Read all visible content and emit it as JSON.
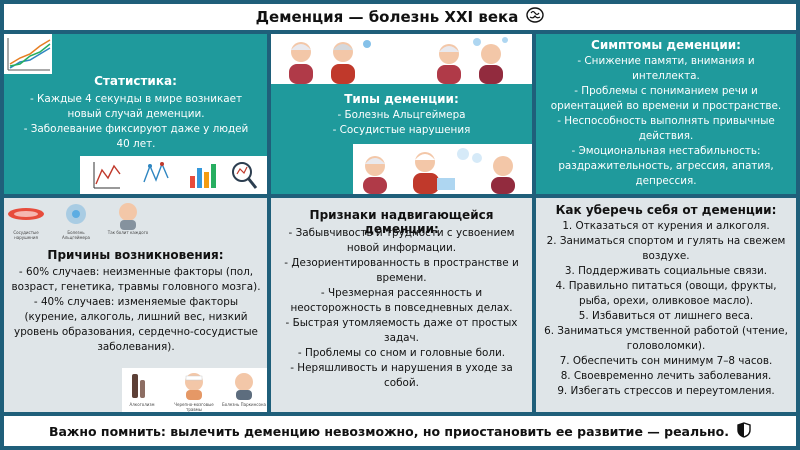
{
  "title": "Деменция — болезнь XXI века",
  "title_icon": "brain-icon",
  "colors": {
    "teal": "#1f9a9c",
    "dark_frame": "#1f5f7a",
    "light_panel": "#dfe5e8"
  },
  "stats": {
    "heading": "Статистика:",
    "lines": [
      "- Каждые 4 секунды в мире возникает новый случай деменции.",
      "- Заболевание фиксируют даже у людей 40 лет."
    ]
  },
  "types": {
    "heading": "Типы деменции:",
    "lines": [
      "- Болезнь Альцгеймера",
      "- Сосудистые нарушения"
    ]
  },
  "symptoms": {
    "heading": "Симптомы деменции:",
    "lines": [
      "- Снижение памяти, внимания и интеллекта.",
      "- Проблемы с пониманием речи и ориентацией во времени и пространстве.",
      "- Неспособность выполнять привычные действия.",
      "- Эмоциональная нестабильность: раздражительность, агрессия, апатия, депрессия."
    ]
  },
  "causes": {
    "heading": "Причины возникновения:",
    "lines": [
      "- 60% случаев: неизменные факторы (пол, возраст, генетика, травмы головного мозга).",
      "- 40% случаев: изменяемые факторы (курение, алкоголь, лишний вес, низкий уровень образования, сердечно-сосудистые заболевания)."
    ],
    "top_captions": [
      "Сосудистые нарушения",
      "Болезнь Альцгеймера",
      "Так болит каждого"
    ],
    "bottom_captions": [
      "Алкоголизм",
      "Черепно-мозговые травмы",
      "Болезнь Паркинсона"
    ]
  },
  "signs": {
    "heading": "Признаки надвигающейся деменции:",
    "lines": [
      "- Забывчивость и трудности с усвоением новой информации.",
      "- Дезориентированность в пространстве и времени.",
      "- Чрезмерная рассеянность и неосторожность в повседневных делах.",
      "- Быстрая утомляемость даже от простых задач.",
      "- Проблемы со сном и головные боли.",
      "- Неряшливость и нарушения в уходе за собой."
    ]
  },
  "prevention": {
    "heading": "Как уберечь себя от деменции:",
    "lines": [
      "1. Отказаться от курения и алкоголя.",
      "2. Заниматься спортом и гулять на свежем воздухе.",
      "3. Поддерживать социальные связи.",
      "4. Правильно питаться (овощи, фрукты, рыба, орехи, оливковое масло).",
      "5. Избавиться от лишнего веса.",
      "6. Заниматься умственной работой (чтение, головоломки).",
      "7. Обеспечить сон минимум 7–8 часов.",
      "8. Своевременно лечить заболевания.",
      "9. Избегать стрессов и переутомления."
    ]
  },
  "footer": {
    "text": "Важно помнить: вылечить деменцию невозможно, но приостановить ее развитие — реально.",
    "icon": "shield-icon"
  }
}
